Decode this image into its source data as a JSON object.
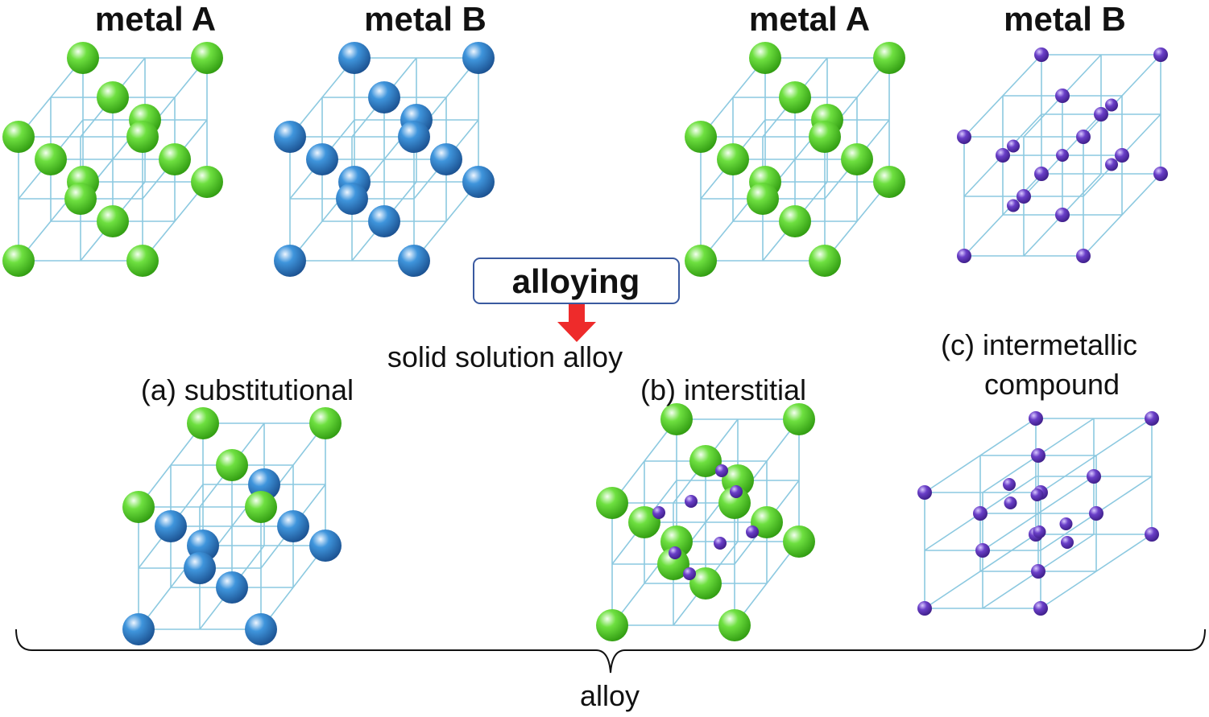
{
  "top_labels": {
    "metal_a_left": "metal A",
    "metal_b_left": "metal B",
    "metal_a_right": "metal A",
    "metal_b_right": "metal B"
  },
  "alloying_box": "alloying",
  "solid_solution_label": "solid solution alloy",
  "lattices": {
    "a_substitutional": "(a) substitutional",
    "b_interstitial": "(b) interstitial",
    "c_intermetallic_line1": "(c) intermetallic",
    "c_intermetallic_line2": "compound"
  },
  "bottom_label": "alloy",
  "colors": {
    "metal_a": "#4ccd1a",
    "metal_b_blue": "#2f7fc8",
    "metal_b_small": "#6a3fc8",
    "edges": "#8cc9e0",
    "arrow": "#ee2b2b",
    "box_border": "#3a5aa0"
  }
}
